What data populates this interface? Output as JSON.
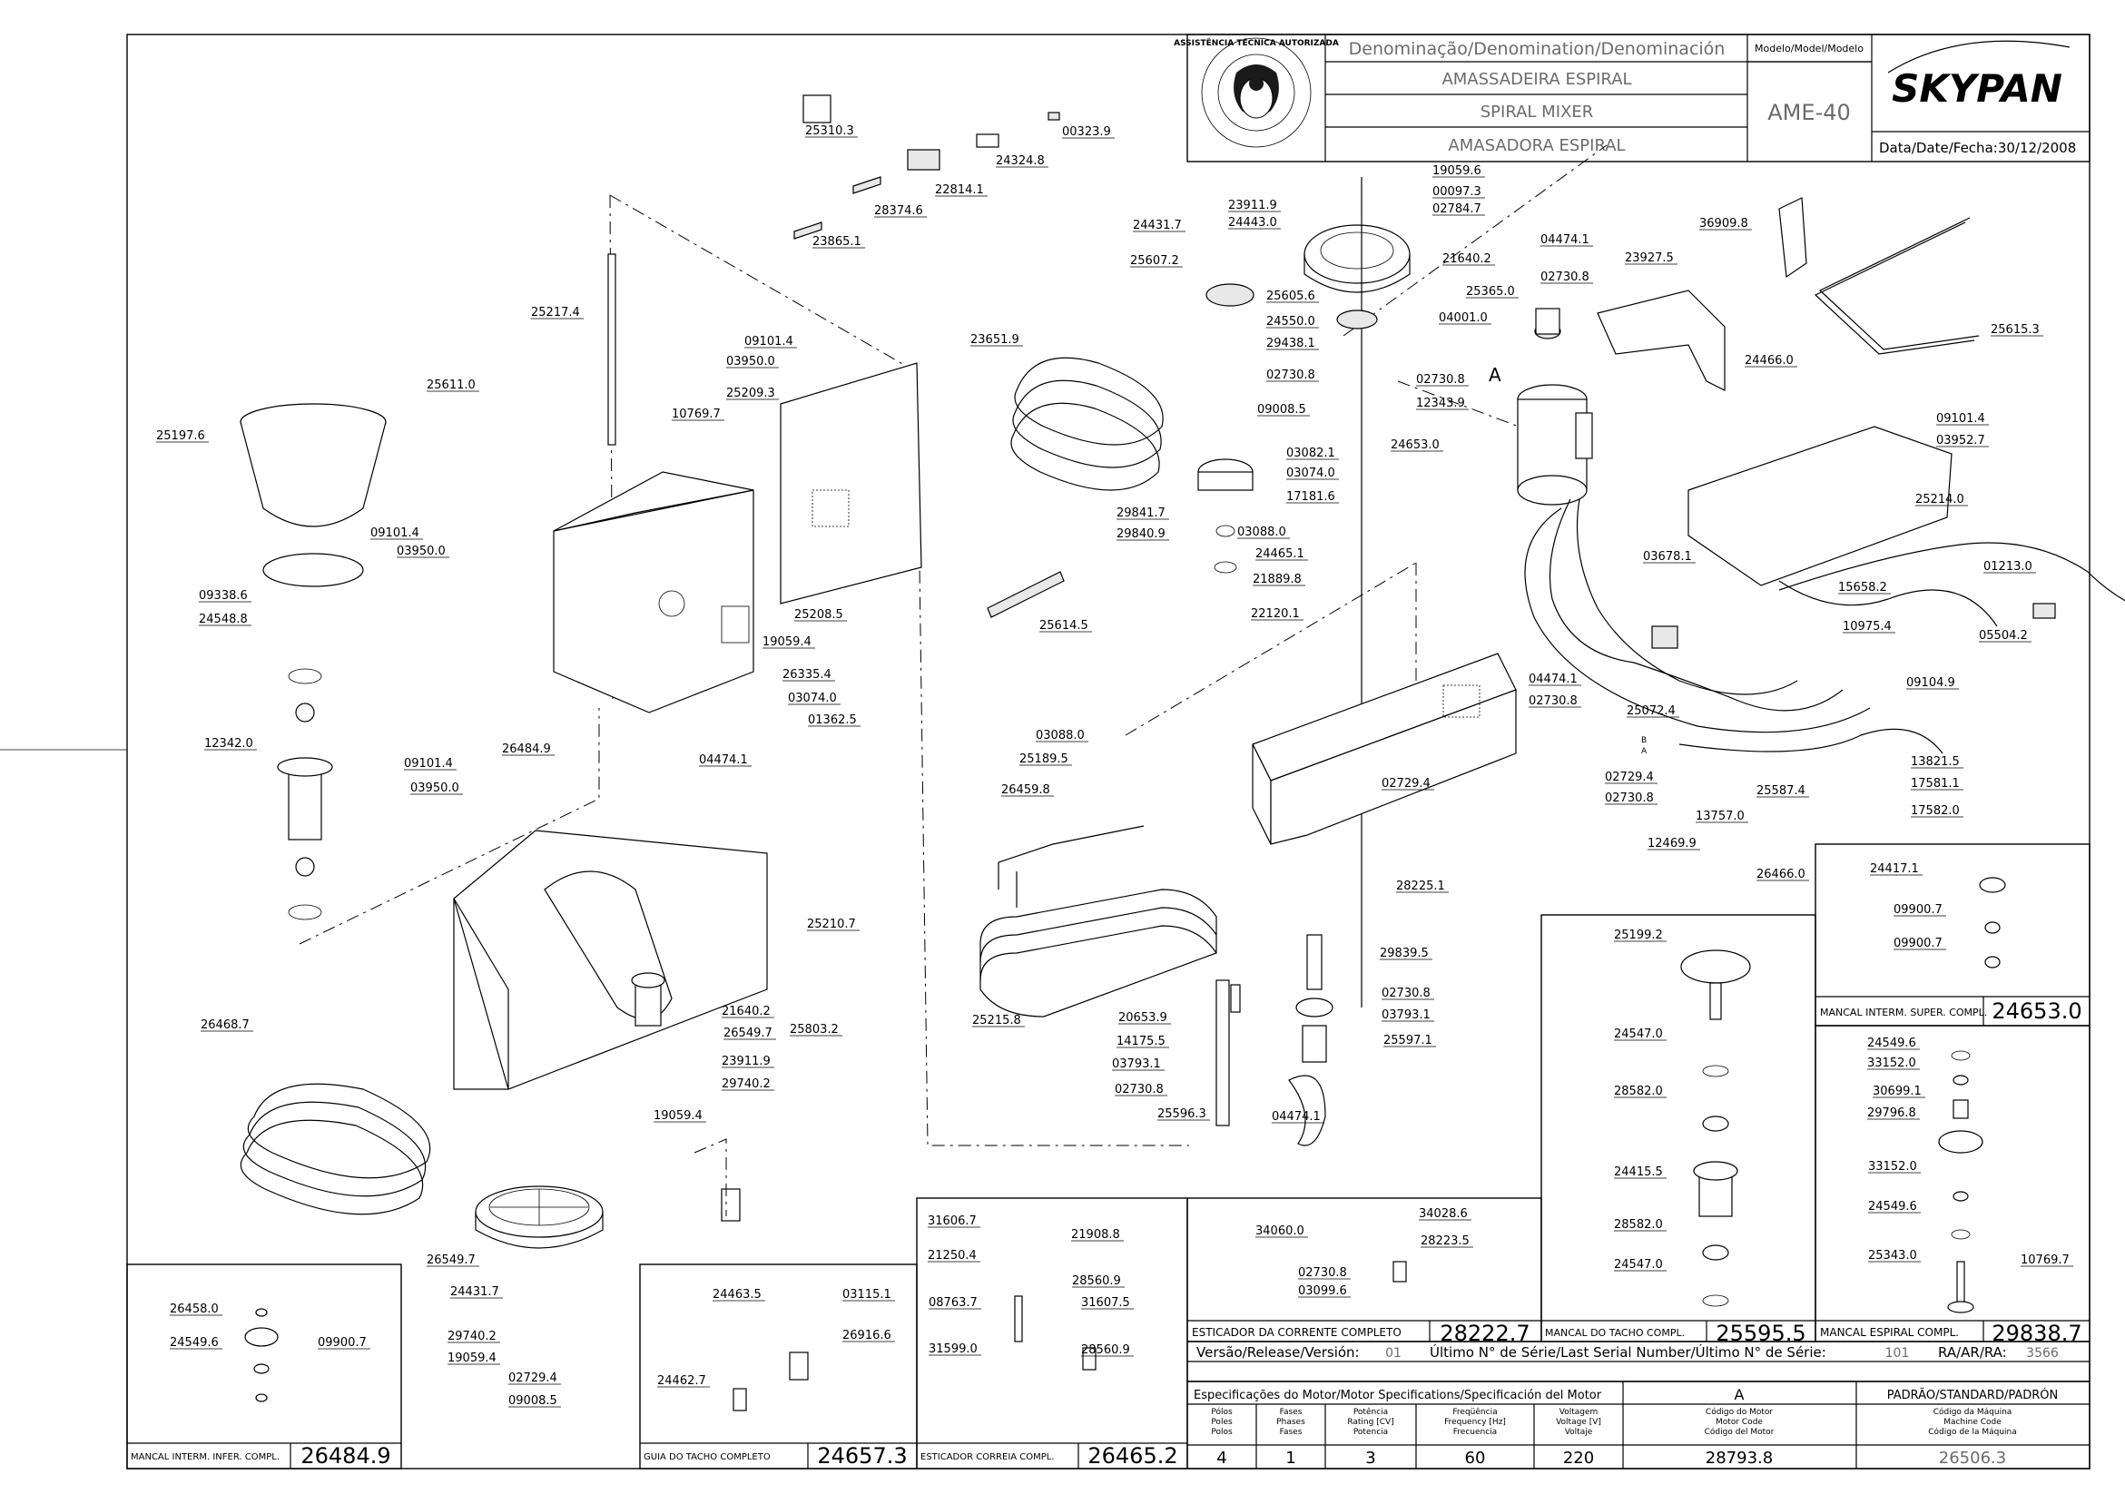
{
  "title_block": {
    "denomination_header": "Denominação/Denomination/Denominación",
    "name_pt": "AMASSADEIRA ESPIRAL",
    "name_en": "SPIRAL MIXER",
    "name_es": "AMASADORA ESPIRAL",
    "model_header": "Modelo/Model/Modelo",
    "model": "AME-40",
    "brand": "SKYPAN",
    "date_label": "Data/Date/Fecha:",
    "date": "30/12/2008",
    "seal_text": "ASSISTÊNCIA TÉCNICA AUTORIZADA"
  },
  "subassemblies": [
    {
      "name": "MANCAL INTERM. SUPER. COMPL.",
      "code": "24653.0"
    },
    {
      "name": "ESTICADOR DA CORRENTE COMPLETO",
      "code": "28222.7"
    },
    {
      "name": "MANCAL DO TACHO COMPL.",
      "code": "25595.5"
    },
    {
      "name": "MANCAL ESPIRAL COMPL.",
      "code": "29838.7"
    },
    {
      "name": "MANCAL INTERM. INFER. COMPL.",
      "code": "26484.9"
    },
    {
      "name": "GUIA DO TACHO COMPLETO",
      "code": "24657.3"
    },
    {
      "name": "ESTICADOR CORREIA COMPL.",
      "code": "26465.2"
    }
  ],
  "revision": {
    "version_label": "Versão/Release/Versión:",
    "version": "01",
    "serial_label": "Último N° de Série/Last Serial Number/Último N° de Série:",
    "serial": "101",
    "ra_label": "RA/AR/RA:",
    "ra": "3566"
  },
  "motor_specs": {
    "header": "Especificações do Motor/Motor Specifications/Specificación del Motor",
    "variant": "A",
    "standard": "PADRÃO/STANDARD/PADRÓN",
    "columns": [
      {
        "label": "Pólos\nPoles\nPolos",
        "value": "4"
      },
      {
        "label": "Fases\nPhases\nFases",
        "value": "1"
      },
      {
        "label": "Potência\nRating [CV]\nPotencia",
        "value": "3"
      },
      {
        "label": "Freqüência\nFrequency [Hz]\nFrecuencia",
        "value": "60"
      },
      {
        "label": "Voltagem\nVoltage [V]\nVoltaje",
        "value": "220"
      },
      {
        "label": "Código do Motor\nMotor Code\nCódigo del Motor",
        "value": "28793.8"
      },
      {
        "label": "Código da Máquina\nMachine Code\nCódigo de la Máquina",
        "value": "26506.3"
      }
    ]
  },
  "markers": {
    "motor_a": "A",
    "wire_a": "A",
    "wire_b": "B"
  },
  "part_labels": [
    "25310.3",
    "00323.9",
    "24324.8",
    "22814.1",
    "28374.6",
    "23865.1",
    "25217.4",
    "09101.4",
    "03950.0",
    "25209.3",
    "10769.7",
    "25611.0",
    "25197.6",
    "09101.4",
    "03950.0",
    "09338.6",
    "24548.8",
    "12342.0",
    "25208.5",
    "19059.4",
    "26335.4",
    "03074.0",
    "01362.5",
    "26484.9",
    "04474.1",
    "09101.4",
    "03950.0",
    "25210.7",
    "21640.2",
    "26549.7",
    "23911.9",
    "29740.2",
    "19059.4",
    "25803.2",
    "26468.7",
    "26549.7",
    "24431.7",
    "29740.2",
    "19059.4",
    "02729.4",
    "09008.5",
    "23651.9",
    "25614.5",
    "24431.7",
    "25607.2",
    "23911.9",
    "24443.0",
    "19059.6",
    "00097.3",
    "02784.7",
    "21640.2",
    "25605.6",
    "24550.0",
    "29438.1",
    "02730.8",
    "09008.5",
    "03082.1",
    "03074.0",
    "17181.6",
    "29841.7",
    "29840.9",
    "03088.0",
    "24465.1",
    "21889.8",
    "22120.1",
    "24653.0",
    "25365.0",
    "04001.0",
    "02730.8",
    "12343.9",
    "04474.1",
    "02730.8",
    "23927.5",
    "36909.8",
    "24466.0",
    "25615.3",
    "09101.4",
    "03952.7",
    "25214.0",
    "03678.1",
    "01213.0",
    "15658.2",
    "10975.4",
    "05504.2",
    "09104.9",
    "04474.1",
    "02730.8",
    "25072.4",
    "13821.5",
    "17581.1",
    "17582.0",
    "25587.4",
    "02729.4",
    "02730.8",
    "13757.0",
    "12469.9",
    "26466.0",
    "28225.1",
    "02729.4",
    "03088.0",
    "25189.5",
    "26459.8",
    "25215.8",
    "20653.9",
    "14175.5",
    "03793.1",
    "02730.8",
    "25596.3",
    "04474.1",
    "29839.5",
    "02730.8",
    "03793.1",
    "25597.1",
    "24417.1",
    "09900.7",
    "09900.7",
    "25199.2",
    "24547.0",
    "28582.0",
    "24415.5",
    "28582.0",
    "24547.0",
    "24549.6",
    "33152.0",
    "30699.1",
    "29796.8",
    "33152.0",
    "24549.6",
    "25343.0",
    "10769.7",
    "26458.0",
    "24549.6",
    "09900.7",
    "24463.5",
    "03115.1",
    "26916.6",
    "24462.7",
    "31606.7",
    "21908.8",
    "21250.4",
    "28560.9",
    "08763.7",
    "31607.5",
    "31599.0",
    "28560.9",
    "34060.0",
    "34028.6",
    "28223.5",
    "02730.8",
    "03099.6"
  ]
}
